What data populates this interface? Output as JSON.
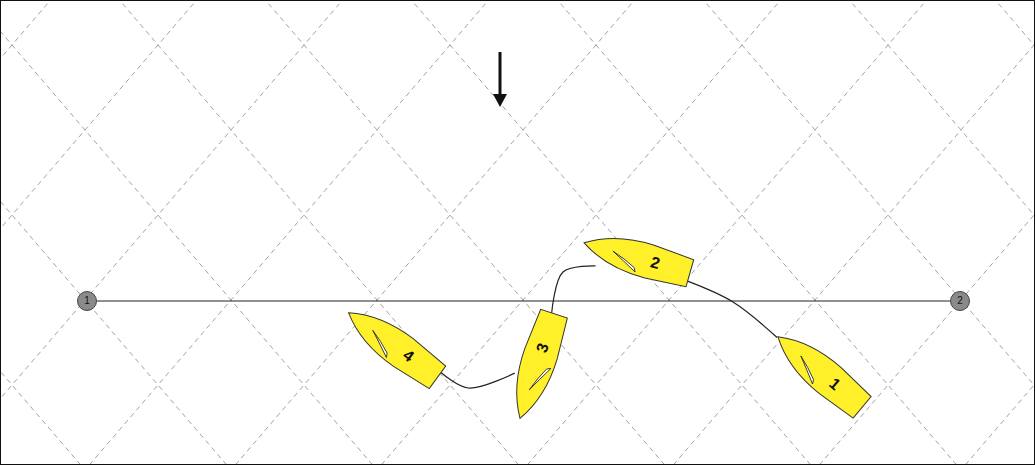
{
  "diagram": {
    "nodes": [
      {
        "text": [
          "1"
        ]
      },
      {
        "text": [
          "4"
        ]
      },
      {
        "text": [
          "3"
        ]
      },
      {
        "text": [
          "2"
        ]
      },
      {
        "text": [
          "1"
        ]
      },
      {
        "text": [
          "2"
        ]
      }
    ],
    "edges": [
      {
        "from": 0,
        "to": 5,
        "arrow": "none"
      },
      {
        "from": 1,
        "to": 2,
        "arrow": "none"
      },
      {
        "from": 2,
        "to": 3,
        "arrow": "none"
      },
      {
        "from": 3,
        "to": 4,
        "arrow": "none"
      }
    ]
  }
}
